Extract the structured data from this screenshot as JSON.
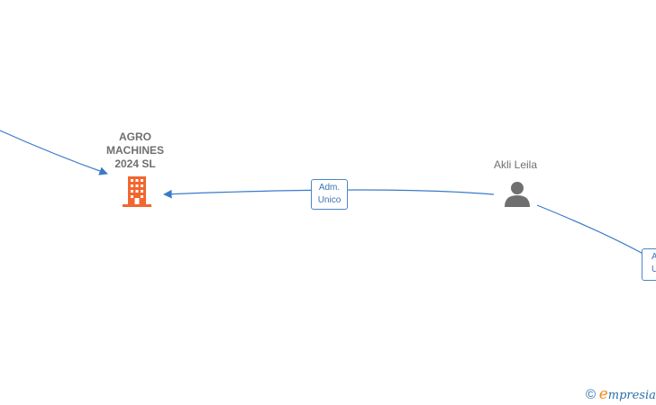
{
  "nodes": {
    "company": {
      "label": "AGRO\nMACHINES\n2024  SL",
      "color": "#f2662f"
    },
    "person": {
      "label": "Akli Leila",
      "color": "#6f6f6f"
    }
  },
  "edges": {
    "person_to_company": {
      "line1": "Adm.",
      "line2": "Unico"
    },
    "offscreen_to_person": {
      "line1": "A",
      "line2": "Ur"
    }
  },
  "colors": {
    "edge": "#3a7bc8",
    "brand_accent": "#f08a1c"
  },
  "footer": {
    "copyright_symbol": "©",
    "brand_initial": "e",
    "brand_rest": "mpresia"
  }
}
